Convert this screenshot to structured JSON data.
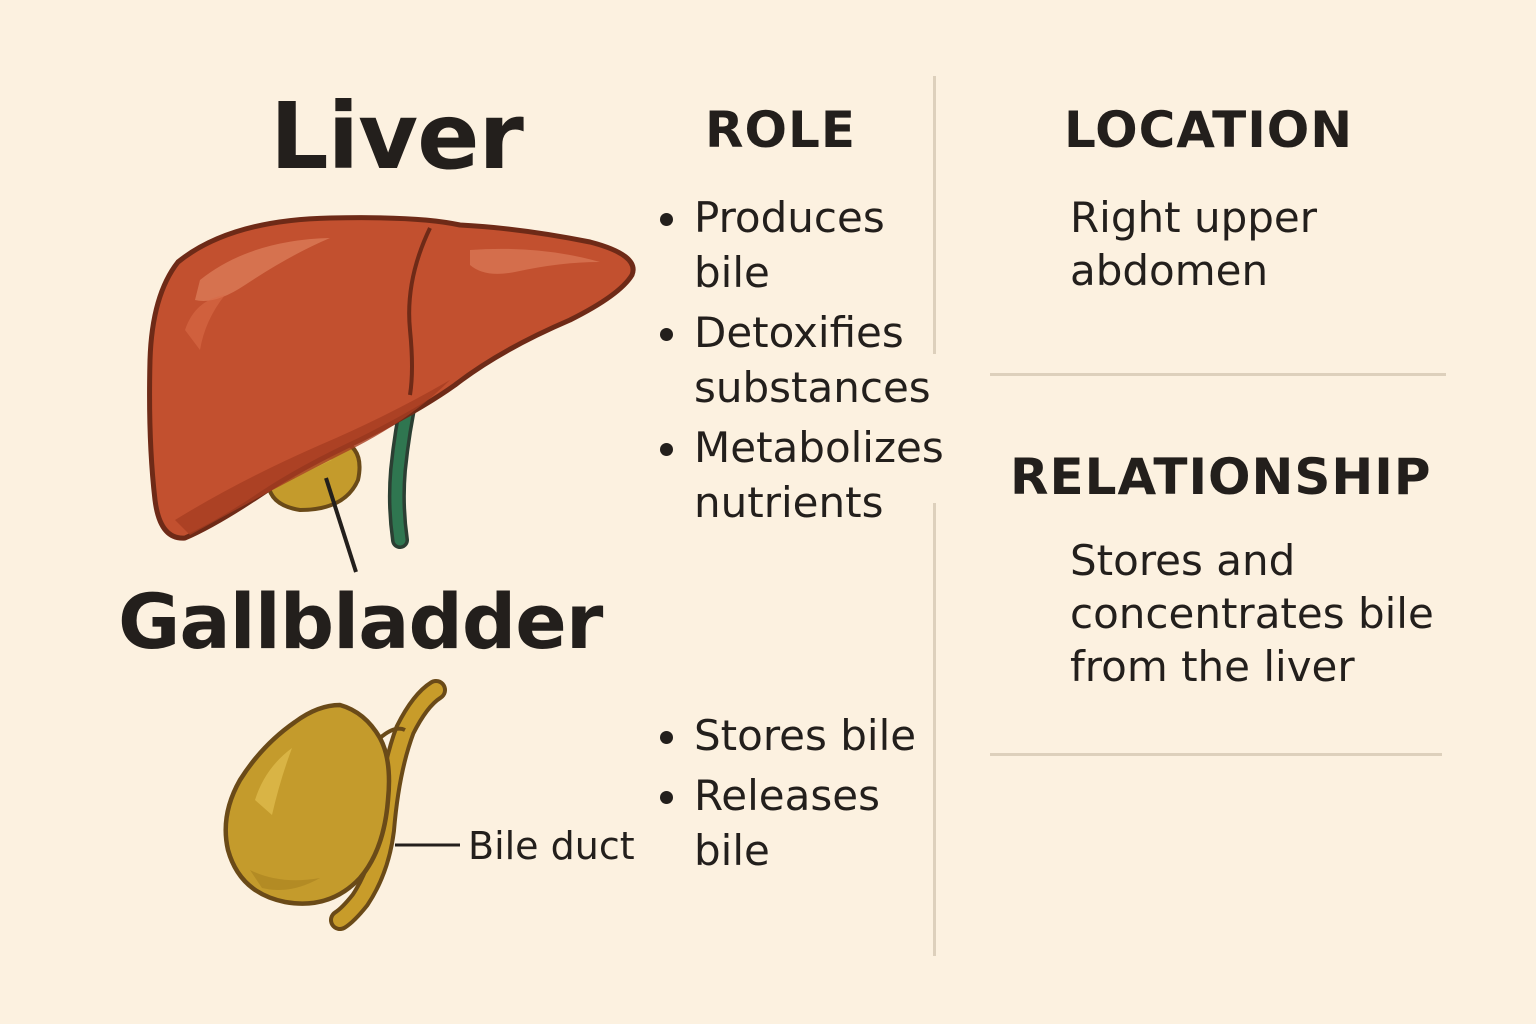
{
  "liver": {
    "title": "Liver",
    "role_heading": "ROLE",
    "roles": [
      "Produces bile",
      "Detoxifies substances",
      "Metabolizes nutrients"
    ]
  },
  "gallbladder": {
    "title": "Gallbladder",
    "roles": [
      "Stores bile",
      "Releases bile"
    ],
    "bile_duct_label": "Bile duct"
  },
  "location": {
    "heading": "LOCATION",
    "text": "Right upper abdomen"
  },
  "relationship": {
    "heading": "RELATIONSHIP",
    "text": "Stores and concentrates bile from the liver"
  },
  "colors": {
    "background": "#fcf1e0",
    "liver": "#c2502f",
    "gallbladder": "#c29a2c",
    "duct_green": "#2e6b4a",
    "text": "#231f1c"
  },
  "icons": [
    "liver-illustration",
    "gallbladder-illustration"
  ]
}
